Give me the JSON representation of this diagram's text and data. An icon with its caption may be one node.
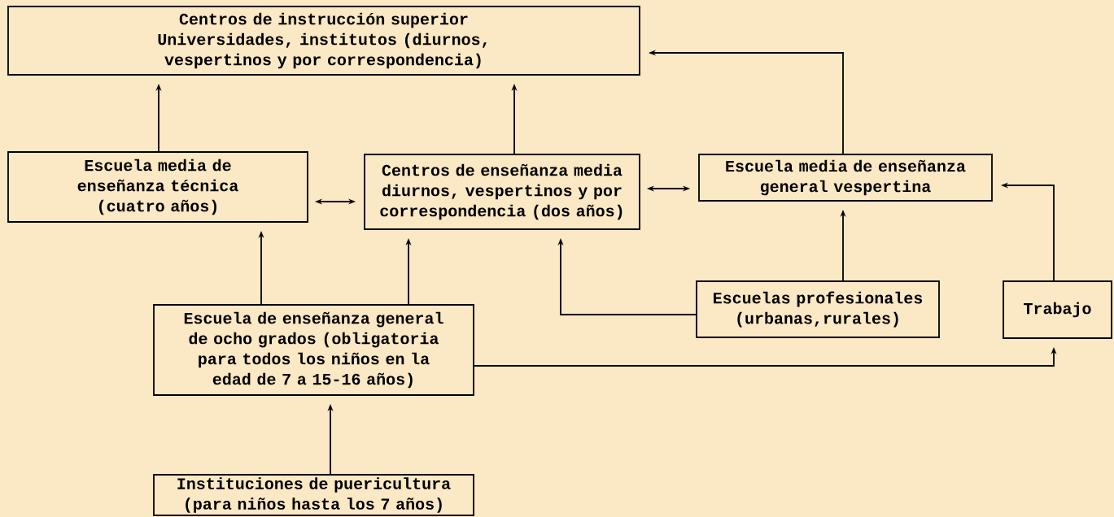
{
  "diagram": {
    "nodes": [
      {
        "text": [
          "Centros de instrucción superior",
          "Universidades, institutos (diurnos, vespertinos y por correspondencia)"
        ]
      },
      {
        "text": [
          "Escuela media de enseñanza técnica",
          "(cuatro años)"
        ]
      },
      {
        "text": [
          "Centros de enseñanza media diurnos, vespertinos y por correspondencia (dos años)"
        ]
      },
      {
        "text": [
          "Escuela media de enseñanza general vespertina"
        ]
      },
      {
        "text": [
          "Escuela de enseñanza general de ocho grados (obligatoria para todos los niños en la edad de 7 a 15-16 años)"
        ]
      },
      {
        "text": [
          "Escuelas profesionales (urbanas,rurales)"
        ]
      },
      {
        "text": [
          "Trabajo"
        ]
      },
      {
        "text": [
          "Instituciones de puericultura (para niños hasta los 7 años)"
        ]
      }
    ],
    "edges": [
      {
        "from": 1,
        "to": 0,
        "arrow": "to"
      },
      {
        "from": 2,
        "to": 0,
        "arrow": "to"
      },
      {
        "from": 1,
        "to": 2,
        "arrow": "both"
      },
      {
        "from": 2,
        "to": 3,
        "arrow": "both"
      },
      {
        "from": 3,
        "to": 0,
        "arrow": "to"
      },
      {
        "from": 4,
        "to": 1,
        "arrow": "to"
      },
      {
        "from": 4,
        "to": 2,
        "arrow": "to"
      },
      {
        "from": 5,
        "to": 2,
        "arrow": "to"
      },
      {
        "from": 4,
        "to": 6,
        "arrow": "to"
      },
      {
        "from": 5,
        "to": 3,
        "arrow": "to"
      },
      {
        "from": 6,
        "to": 3,
        "arrow": "to"
      },
      {
        "from": 7,
        "to": 4,
        "arrow": "to"
      }
    ]
  }
}
